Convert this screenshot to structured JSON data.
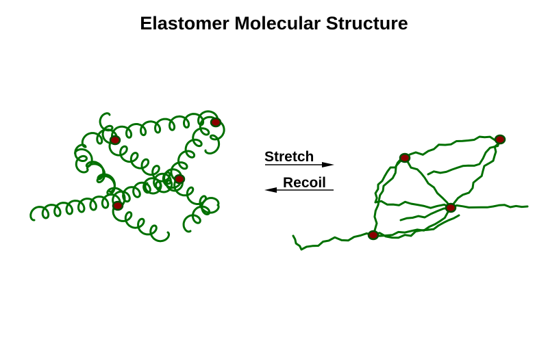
{
  "title": "Elastomer Molecular Structure",
  "labels": {
    "stretch": "Stretch",
    "recoil": "Recoil"
  },
  "colors": {
    "chain": "#007000",
    "crosslink_fill": "#8b0000",
    "crosslink_edge": "#005000",
    "text": "#000000"
  }
}
